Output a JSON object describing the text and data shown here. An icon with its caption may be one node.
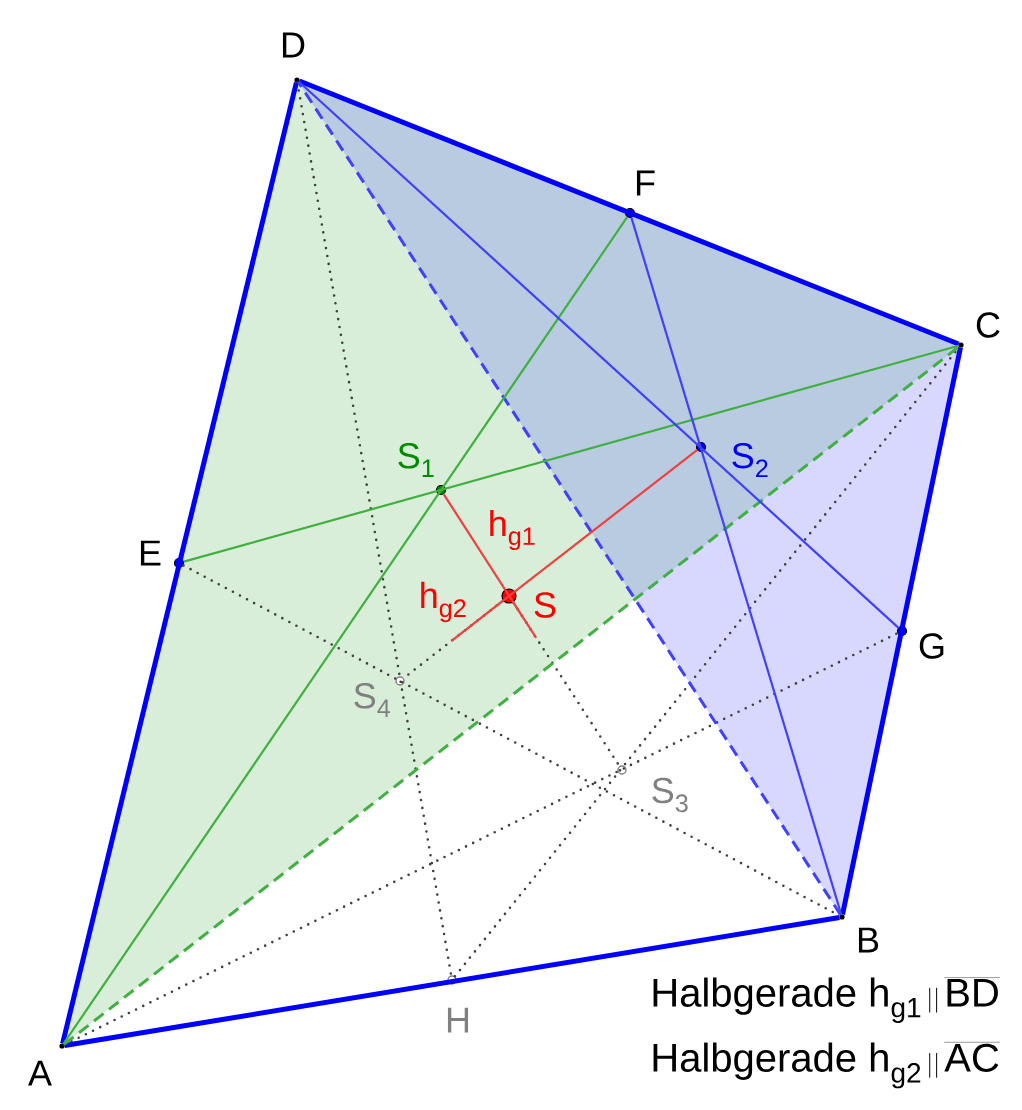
{
  "diagram": {
    "nodes": [
      {
        "text": [
          "A"
        ]
      },
      {
        "text": [
          "B"
        ]
      },
      {
        "text": [
          "C"
        ]
      },
      {
        "text": [
          "D"
        ]
      },
      {
        "text": [
          "E"
        ]
      },
      {
        "text": [
          "F"
        ]
      },
      {
        "text": [
          "G"
        ]
      },
      {
        "text": [
          "H"
        ]
      },
      {
        "text": [
          "S$_{1}$"
        ]
      },
      {
        "text": [
          "S$_{2}$"
        ]
      },
      {
        "text": [
          "S"
        ]
      },
      {
        "text": [
          "S$_{3}$"
        ]
      },
      {
        "text": [
          "S$_{4}$"
        ]
      }
    ],
    "edges": [
      {
        "from": 0,
        "to": 1,
        "arrow": "none",
        "style": "thick",
        "color": "#0000ff"
      },
      {
        "from": 1,
        "to": 2,
        "arrow": "none",
        "style": "thick",
        "color": "#0000ff"
      },
      {
        "from": 2,
        "to": 3,
        "arrow": "none",
        "style": "thick",
        "color": "#0000ff"
      },
      {
        "from": 3,
        "to": 0,
        "arrow": "none",
        "style": "thick",
        "color": "#0000ff"
      },
      {
        "from": 1,
        "to": 3,
        "arrow": "none",
        "style": "dashed",
        "color": "#4040ff"
      },
      {
        "from": 0,
        "to": 2,
        "arrow": "none",
        "style": "dashed",
        "color": "#40b040"
      },
      {
        "from": 0,
        "to": 5,
        "arrow": "none",
        "color": "#40b040"
      },
      {
        "from": 4,
        "to": 2,
        "arrow": "none",
        "color": "#40b040"
      },
      {
        "from": 3,
        "to": 6,
        "arrow": "none",
        "color": "#4040ff"
      },
      {
        "from": 5,
        "to": 1,
        "arrow": "none",
        "color": "#4040ff"
      },
      {
        "from": 8,
        "to": 10,
        "arrow": "none",
        "color": "#f04040",
        "label": "h$_{g1}$"
      },
      {
        "from": 9,
        "to": 10,
        "arrow": "none",
        "color": "#f04040",
        "label": "h$_{g2}$"
      },
      {
        "from": 3,
        "to": 7,
        "arrow": "none",
        "style": "dashed"
      },
      {
        "from": 4,
        "to": 1,
        "arrow": "none",
        "style": "dashed"
      },
      {
        "from": 0,
        "to": 6,
        "arrow": "none",
        "style": "dashed"
      },
      {
        "from": 7,
        "to": 2,
        "arrow": "none",
        "style": "dashed"
      },
      {
        "from": 10,
        "to": 11,
        "arrow": "none",
        "style": "dashed"
      },
      {
        "from": 10,
        "to": 12,
        "arrow": "none",
        "style": "dashed"
      }
    ],
    "labels": [
      "\\mathrm{Halbgerade}\\ \\mathrm{h}_{\\mathrm{g1}}\\,||\\,\\overline{\\mathrm{BD}}",
      "\\mathrm{Halbgerade}\\ \\mathrm{h}_{\\mathrm{g2}}\\,||\\,\\overline{\\mathrm{AC}}"
    ]
  }
}
